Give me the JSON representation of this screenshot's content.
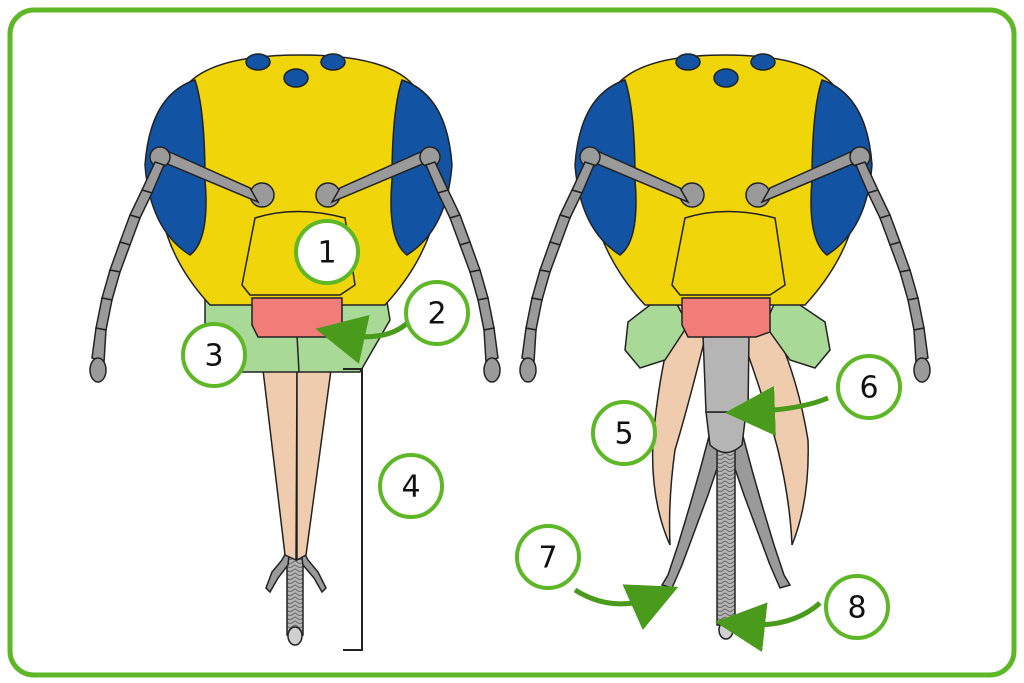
{
  "colors": {
    "frame": "#5DB726",
    "head": "#F0D50A",
    "compound_eye": "#1253A4",
    "antenna": "#9A9A9A",
    "labrum": "#F27D78",
    "maxilla": "#A9D996",
    "mandible": "#EFCCAE",
    "proboscis": "#B5B5B5",
    "label_ring": "#5DB726"
  },
  "labels": {
    "l1": "1",
    "l2": "2",
    "l3": "3",
    "l4": "4",
    "l5": "5",
    "l6": "6",
    "l7": "7",
    "l8": "8"
  }
}
